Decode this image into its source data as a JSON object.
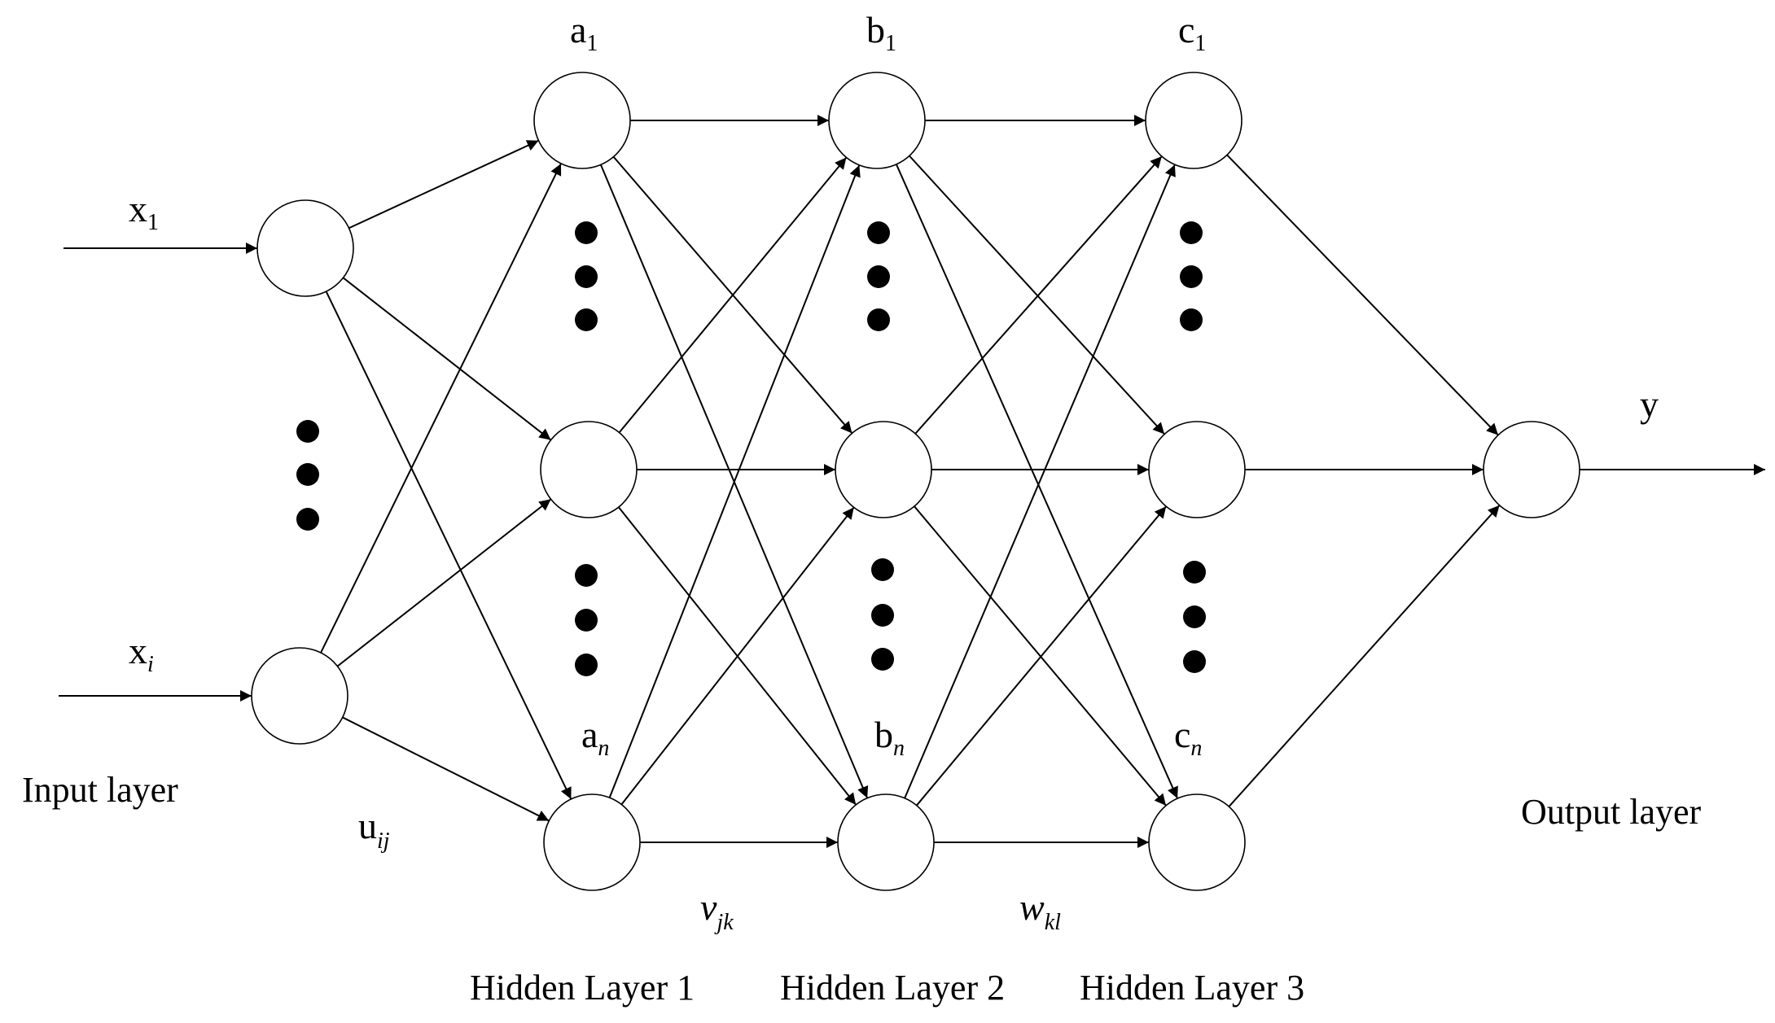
{
  "labels": {
    "input_layer": "Input layer",
    "output_layer": "Output layer",
    "hidden_layer_1": "Hidden Layer 1",
    "hidden_layer_2": "Hidden Layer 2",
    "hidden_layer_3": "Hidden Layer 3"
  },
  "inputs": {
    "x1": {
      "base": "x",
      "sub": "1"
    },
    "xi": {
      "base": "x",
      "sub": "i"
    }
  },
  "output": {
    "base": "y"
  },
  "nodes": {
    "a_top": {
      "base": "a",
      "sub": "1"
    },
    "a_bottom": {
      "base": "a",
      "sub": "n"
    },
    "b_top": {
      "base": "b",
      "sub": "1"
    },
    "b_bottom": {
      "base": "b",
      "sub": "n"
    },
    "c_top": {
      "base": "c",
      "sub": "1"
    },
    "c_bottom": {
      "base": "c",
      "sub": "n"
    }
  },
  "weights": {
    "u": {
      "base": "u",
      "sub": "ij"
    },
    "v": {
      "base": "v",
      "sub": "jk"
    },
    "w": {
      "base": "w",
      "sub": "kl"
    }
  }
}
